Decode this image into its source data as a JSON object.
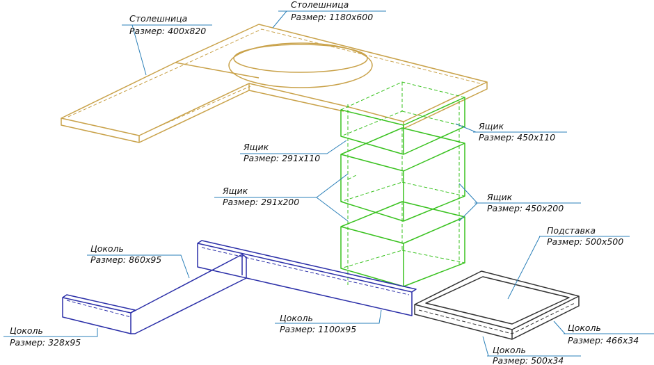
{
  "colors": {
    "countertop": "#c9a24a",
    "drawer": "#39c21f",
    "plinth": "#2b2fa8",
    "stand": "#333333",
    "leader": "#2a7fb8"
  },
  "labels": {
    "countertop_left": {
      "name": "Столешница",
      "size": "Размер:  400x820"
    },
    "countertop_right": {
      "name": "Столешница",
      "size": "Размер:  1180x600"
    },
    "drawer_top_left": {
      "name": "Ящик",
      "size": "Размер:  291x110"
    },
    "drawer_top_right": {
      "name": "Ящик",
      "size": "Размер:  450x110"
    },
    "drawer_mid_left": {
      "name": "Ящик",
      "size": "Размер:  291x200"
    },
    "drawer_mid_right": {
      "name": "Ящик",
      "size": "Размер:  450x200"
    },
    "stand": {
      "name": "Подставка",
      "size": "Размер:  500x500"
    },
    "plinth_860": {
      "name": "Цоколь",
      "size": "Размер:  860x95"
    },
    "plinth_328": {
      "name": "Цоколь",
      "size": "Размер:  328x95"
    },
    "plinth_1100": {
      "name": "Цоколь",
      "size": "Размер:  1100x95"
    },
    "plinth_466": {
      "name": "Цоколь",
      "size": "Размер:  466x34"
    },
    "plinth_500": {
      "name": "Цоколь",
      "size": "Размер:  500x34"
    }
  }
}
